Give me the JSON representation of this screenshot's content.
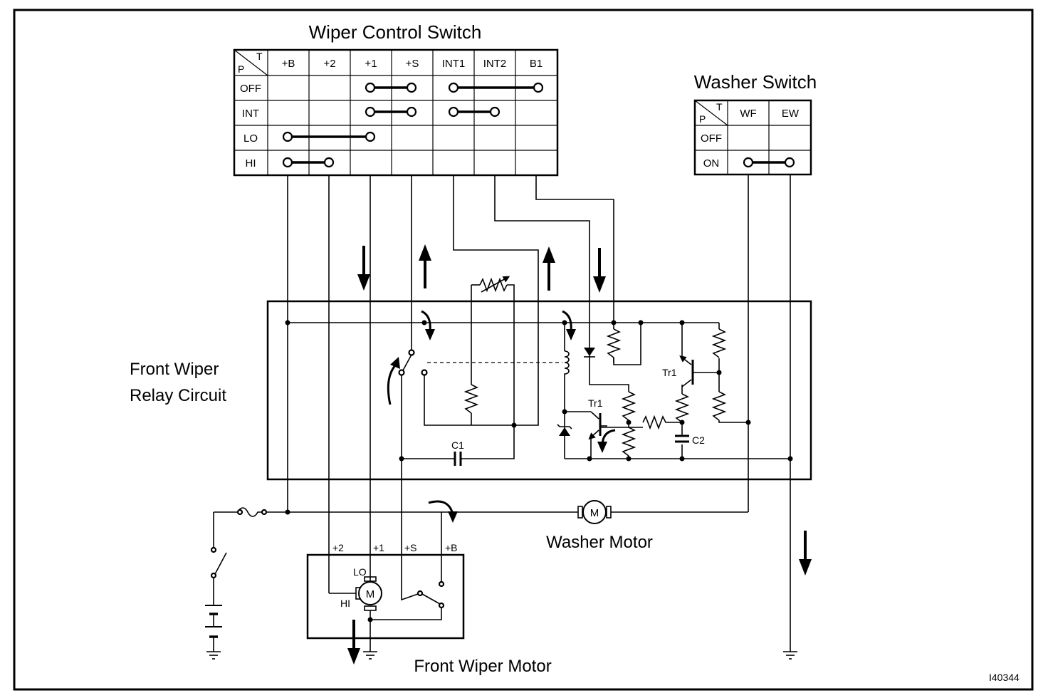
{
  "diagram_id": "I40344",
  "wiper_switch": {
    "title": "Wiper Control Switch",
    "corner_p": "P",
    "corner_t": "T",
    "columns": [
      "+B",
      "+2",
      "+1",
      "+S",
      "INT1",
      "INT2",
      "B1"
    ],
    "rows": [
      "OFF",
      "INT",
      "LO",
      "HI"
    ]
  },
  "washer_switch": {
    "title": "Washer Switch",
    "corner_p": "P",
    "corner_t": "T",
    "columns": [
      "WF",
      "EW"
    ],
    "rows": [
      "OFF",
      "ON"
    ]
  },
  "relay": {
    "title_line1": "Front Wiper",
    "title_line2": "Relay Circuit",
    "tr1_a": "Tr1",
    "tr1_b": "Tr1",
    "c1": "C1",
    "c2": "C2"
  },
  "washer_motor": {
    "title": "Washer Motor",
    "symbol": "M"
  },
  "front_motor": {
    "title": "Front Wiper Motor",
    "symbol": "M",
    "lo": "LO",
    "hi": "HI",
    "terminals": [
      "+2",
      "+1",
      "+S",
      "+B"
    ]
  }
}
